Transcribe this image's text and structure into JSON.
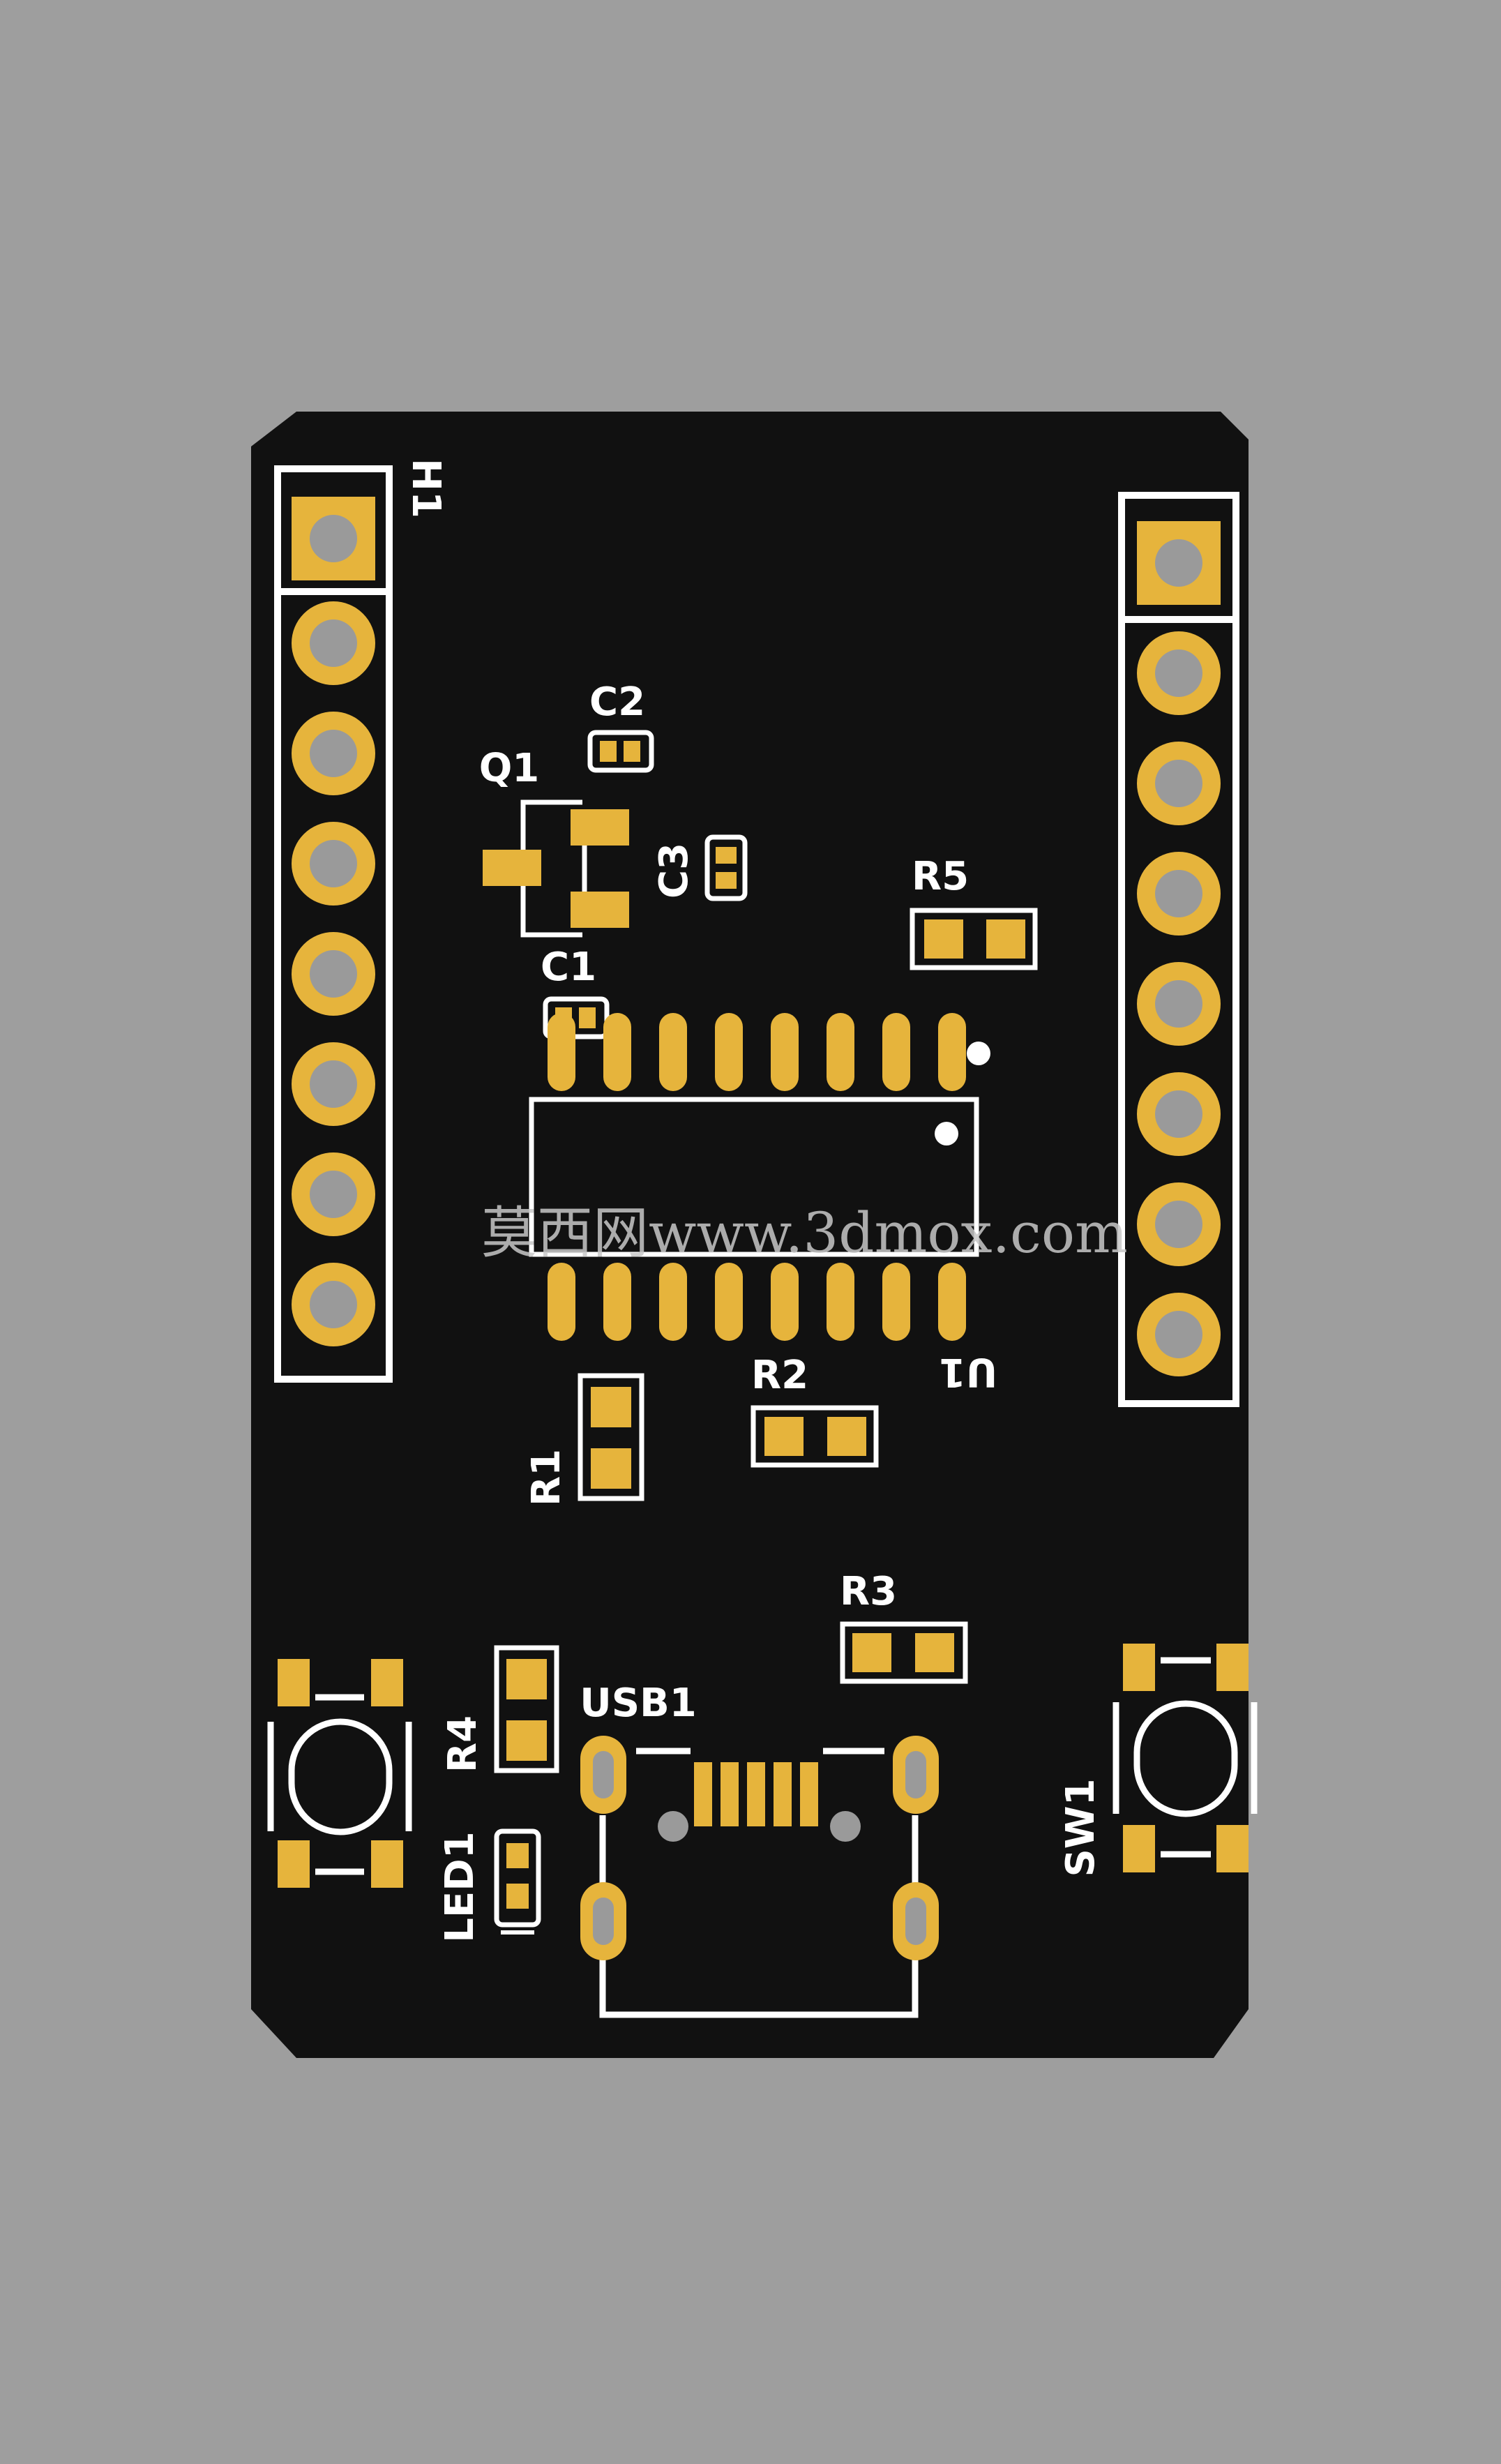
{
  "colors": {
    "background": "#9e9e9e",
    "board": "#111111",
    "silkscreen": "#ffffff",
    "copper": "#e6b43c",
    "hole": "#9a9a9a"
  },
  "designators": {
    "h1": "H1",
    "c2": "C2",
    "q1": "Q1",
    "c3": "C3",
    "r5": "R5",
    "c1": "C1",
    "r2": "R2",
    "u1": "U1",
    "r1": "R1",
    "r3": "R3",
    "usb1": "USB1",
    "r4": "R4",
    "sw1": "SW1",
    "led1": "LED1"
  },
  "watermark": "莫西网www.3dmox.com",
  "icons": {
    "pin1_marker": "dot-icon",
    "header_hole": "circle-hole-icon"
  }
}
